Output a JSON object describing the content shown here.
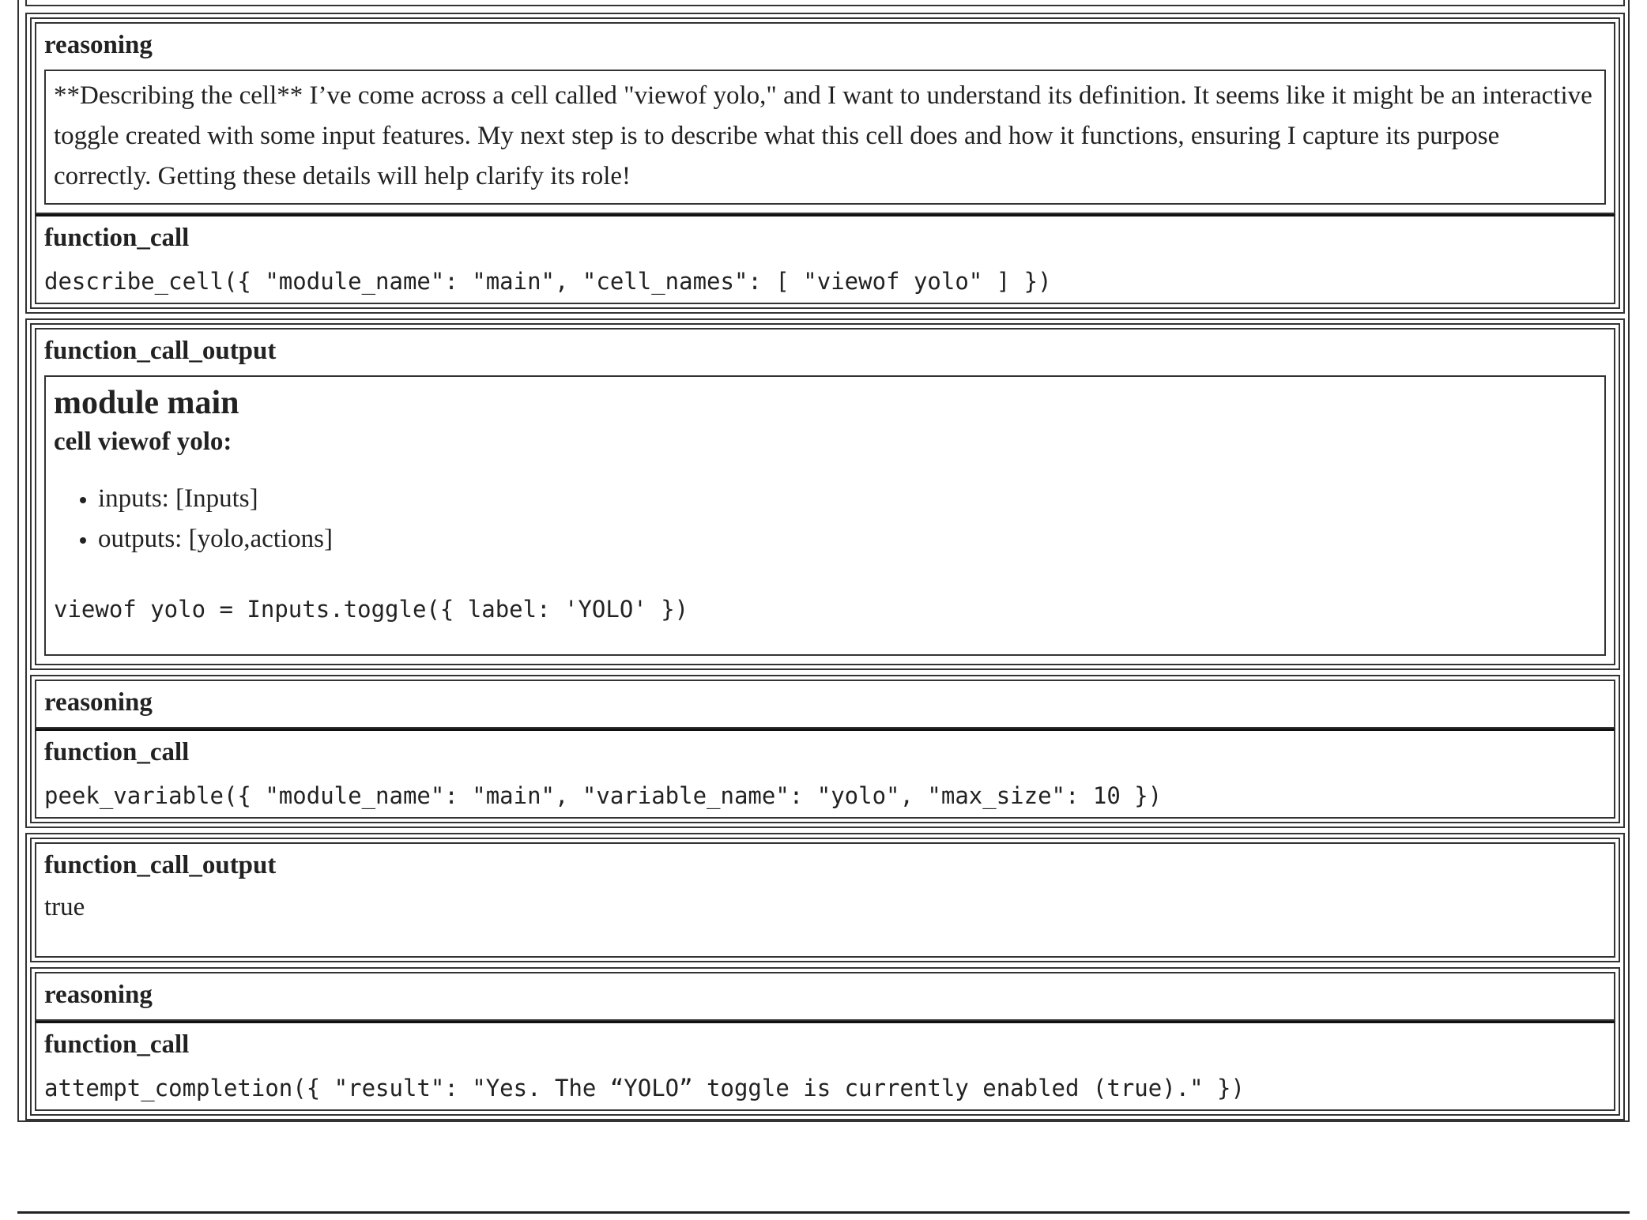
{
  "turns": [
    {
      "reasoning": {
        "label": "reasoning",
        "text": "**Describing the cell** I’ve come across a cell called \"viewof yolo,\" and I want to understand its definition. It seems like it might be an interactive toggle created with some input features. My next step is to describe what this cell does and how it functions, ensuring I capture its purpose correctly. Getting these details will help clarify its role!"
      },
      "function_call": {
        "label": "function_call",
        "code": "describe_cell({ \"module_name\": \"main\", \"cell_names\": [ \"viewof yolo\" ] })"
      }
    },
    {
      "function_call_output": {
        "label": "function_call_output",
        "module_title": "module main",
        "cell_title": "cell viewof yolo:",
        "inputs": "inputs: [Inputs]",
        "outputs": "outputs: [yolo,actions]",
        "cell_code": "viewof yolo = Inputs.toggle({ label: 'YOLO' })"
      },
      "reasoning": {
        "label": "reasoning"
      },
      "function_call": {
        "label": "function_call",
        "code": "peek_variable({ \"module_name\": \"main\", \"variable_name\": \"yolo\", \"max_size\": 10 })"
      }
    },
    {
      "function_call_output": {
        "label": "function_call_output",
        "value": "true"
      },
      "reasoning": {
        "label": "reasoning"
      },
      "function_call": {
        "label": "function_call",
        "code": "attempt_completion({ \"result\": \"Yes. The “YOLO” toggle is currently enabled (true).\" })"
      }
    }
  ]
}
